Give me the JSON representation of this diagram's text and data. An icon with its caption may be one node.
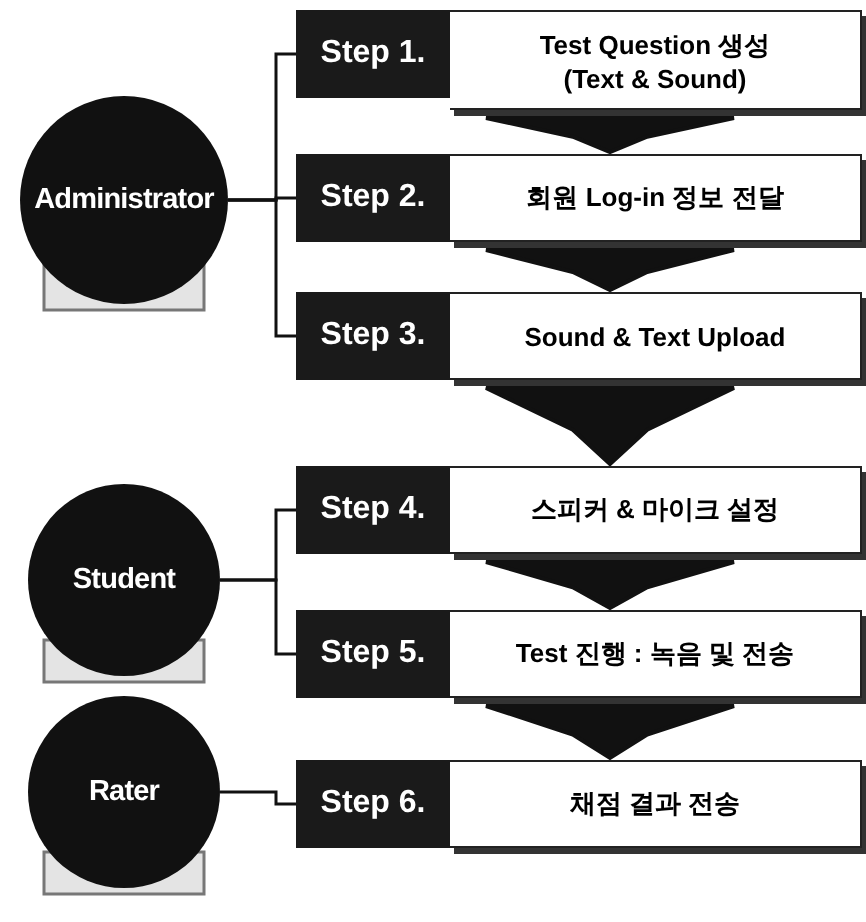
{
  "diagram": {
    "nodes": [
      {
        "text": [
          "Administrator"
        ]
      },
      {
        "text": [
          "Step 1.",
          "Test Question 생성 (Text & Sound)"
        ]
      },
      {
        "text": [
          "Step 2.",
          "회원 Log-in 정보 전달"
        ]
      },
      {
        "text": [
          "Step 3.",
          "Sound & Text Upload"
        ]
      },
      {
        "text": [
          "Student"
        ]
      },
      {
        "text": [
          "Step 4.",
          "스피커 & 마이크 설정"
        ]
      },
      {
        "text": [
          "Step 5.",
          "Test 진행 : 녹음 및 전송"
        ]
      },
      {
        "text": [
          "Rater"
        ]
      },
      {
        "text": [
          "Step 6.",
          "채점 결과 전송"
        ]
      }
    ],
    "edges": [
      {
        "from": 0,
        "to": 1,
        "arrow": "none"
      },
      {
        "from": 0,
        "to": 2,
        "arrow": "none"
      },
      {
        "from": 0,
        "to": 3,
        "arrow": "none"
      },
      {
        "from": 4,
        "to": 5,
        "arrow": "none"
      },
      {
        "from": 4,
        "to": 6,
        "arrow": "none"
      },
      {
        "from": 7,
        "to": 8,
        "arrow": "none"
      },
      {
        "from": 1,
        "to": 2,
        "arrow": "to",
        "style": "thick"
      },
      {
        "from": 2,
        "to": 3,
        "arrow": "to",
        "style": "thick"
      },
      {
        "from": 3,
        "to": 5,
        "arrow": "to",
        "style": "thick"
      },
      {
        "from": 5,
        "to": 6,
        "arrow": "to",
        "style": "thick"
      },
      {
        "from": 6,
        "to": 8,
        "arrow": "to",
        "style": "thick"
      }
    ]
  }
}
